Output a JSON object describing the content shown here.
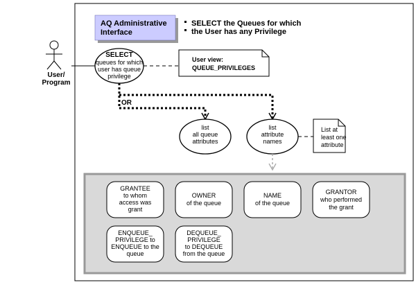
{
  "title_box": {
    "line1": "AQ Administrative",
    "line2": "Interface"
  },
  "summary": {
    "line1": "SELECT the Queues for which",
    "line2": "the User has any Privilege"
  },
  "actor": {
    "line1": "User/",
    "line2": "Program"
  },
  "main_usecase": {
    "line1": "SELECT",
    "line2": "queues for which",
    "line3": "user has queue",
    "line4": "privilege"
  },
  "note_user_view": {
    "line1": "User view:",
    "line2": "QUEUE_PRIVILEGES"
  },
  "or_label": "OR",
  "list_all": {
    "line1": "list",
    "line2": "all queue",
    "line3": "attributes"
  },
  "list_attr": {
    "line1": "list",
    "line2": "attribute",
    "line3": "names"
  },
  "note_list": {
    "line1": "List at",
    "line2": "least one",
    "line3": "attribute"
  },
  "attributes": {
    "grantee": {
      "l1": "GRANTEE",
      "l2": "to whom",
      "l3": "access was",
      "l4": "grant"
    },
    "owner": {
      "l1": "OWNER",
      "l2": "of the queue"
    },
    "name": {
      "l1": "NAME",
      "l2": "of the queue"
    },
    "grantor": {
      "l1": "GRANTOR",
      "l2": "who performed",
      "l3": "the grant"
    },
    "enqueue": {
      "l1": "ENQUEUE_",
      "l2": "PRIVILEGE to",
      "l3": "ENQUEUE to the",
      "l4": "queue"
    },
    "dequeue": {
      "l1": "DEQUEUE_",
      "l2": "PRIVILEGE",
      "l3": "to DEQUEUE",
      "l4": "from the queue"
    }
  },
  "colors": {
    "title_fill": "#ccccff",
    "title_text": "#330099",
    "shadow": "#999999",
    "panel_fill": "#d9d9d9",
    "panel_border": "#999999",
    "dashed_gray": "#aaaaaa"
  }
}
